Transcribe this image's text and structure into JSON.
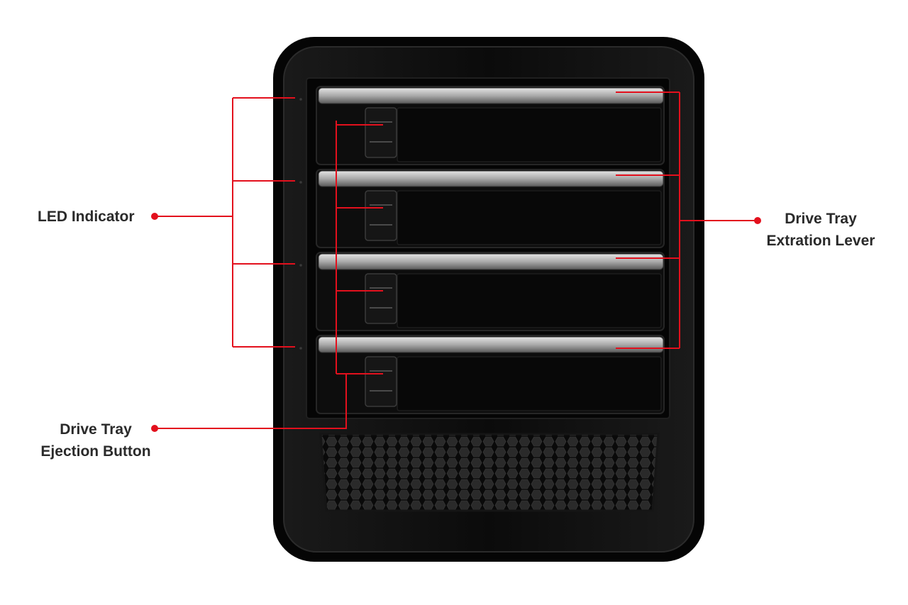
{
  "colors": {
    "callout": "#e3101d",
    "enclosure": "#0c0c0c",
    "lever": "#b9b9b9",
    "text": "#2a2a2a"
  },
  "device": {
    "bay_count": 4
  },
  "callouts": {
    "led_indicator": {
      "lines": [
        "LED Indicator"
      ]
    },
    "ejection_button": {
      "lines": [
        "Drive Tray",
        "Ejection Button"
      ]
    },
    "extraction_lever": {
      "lines": [
        "Drive Tray",
        "Extration Lever"
      ]
    }
  }
}
